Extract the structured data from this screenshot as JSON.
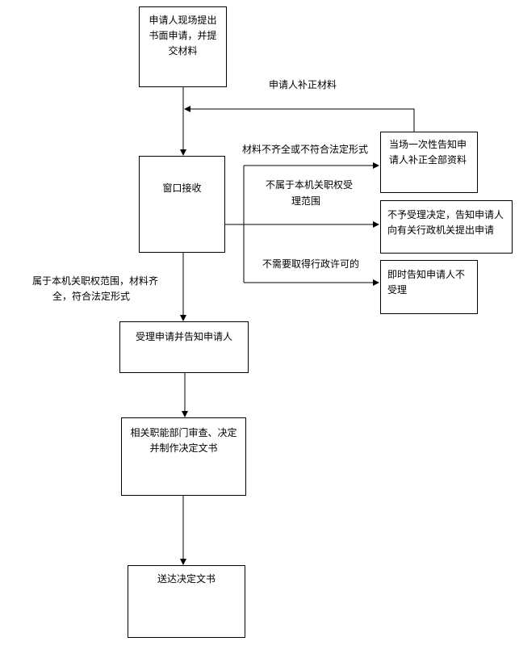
{
  "boxes": {
    "submit": [
      "申请人现场提出",
      "书面申请，并提",
      "交材料"
    ],
    "window": [
      "窗口接收"
    ],
    "supplement_notice": [
      "当场一次性告知申",
      "请人补正全部资料"
    ],
    "refuse": [
      "不予受理决定，告知申请人",
      "向有关行政机关提出申请"
    ],
    "not_needed": [
      "即时告知申请人不",
      "受理"
    ],
    "accept": [
      "受理申请并告知申请人"
    ],
    "review": [
      "相关职能部门审查、决定",
      "并制作决定文书"
    ],
    "deliver": [
      "送达决定文书"
    ]
  },
  "labels": {
    "resubmit": "申请人补正材料",
    "incomplete": "材料不齐全或不符合法定形式",
    "out_of_scope": [
      "不属于本机关职权受",
      "理范围"
    ],
    "no_license": "不需要取得行政许可的",
    "qualified": [
      "属于本机关职权范围，材料齐",
      "全，符合法定形式"
    ]
  },
  "colors": {
    "line": "#000000",
    "text": "#000000",
    "background": "#ffffff"
  }
}
